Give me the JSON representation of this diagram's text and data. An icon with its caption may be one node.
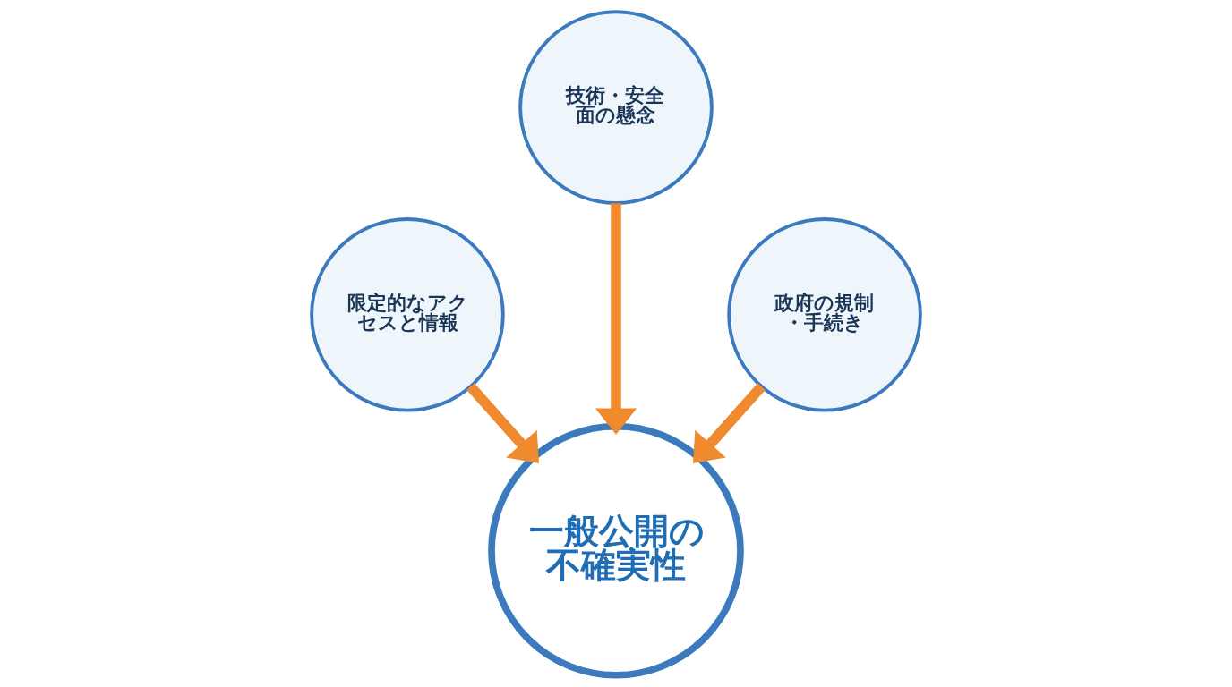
{
  "diagram": {
    "nodes": [
      {
        "text": [
          "技術・安全面の懸念"
        ]
      },
      {
        "text": [
          "限定的なアクセスと情報"
        ]
      },
      {
        "text": [
          "政府の規制・手続き"
        ]
      },
      {
        "text": [
          "一般公開の不確実性"
        ]
      }
    ],
    "edges": [
      {
        "from": 1,
        "to": 3,
        "arrow": "to"
      },
      {
        "from": 0,
        "to": 3,
        "arrow": "to"
      },
      {
        "from": 2,
        "to": 3,
        "arrow": "to"
      }
    ]
  }
}
